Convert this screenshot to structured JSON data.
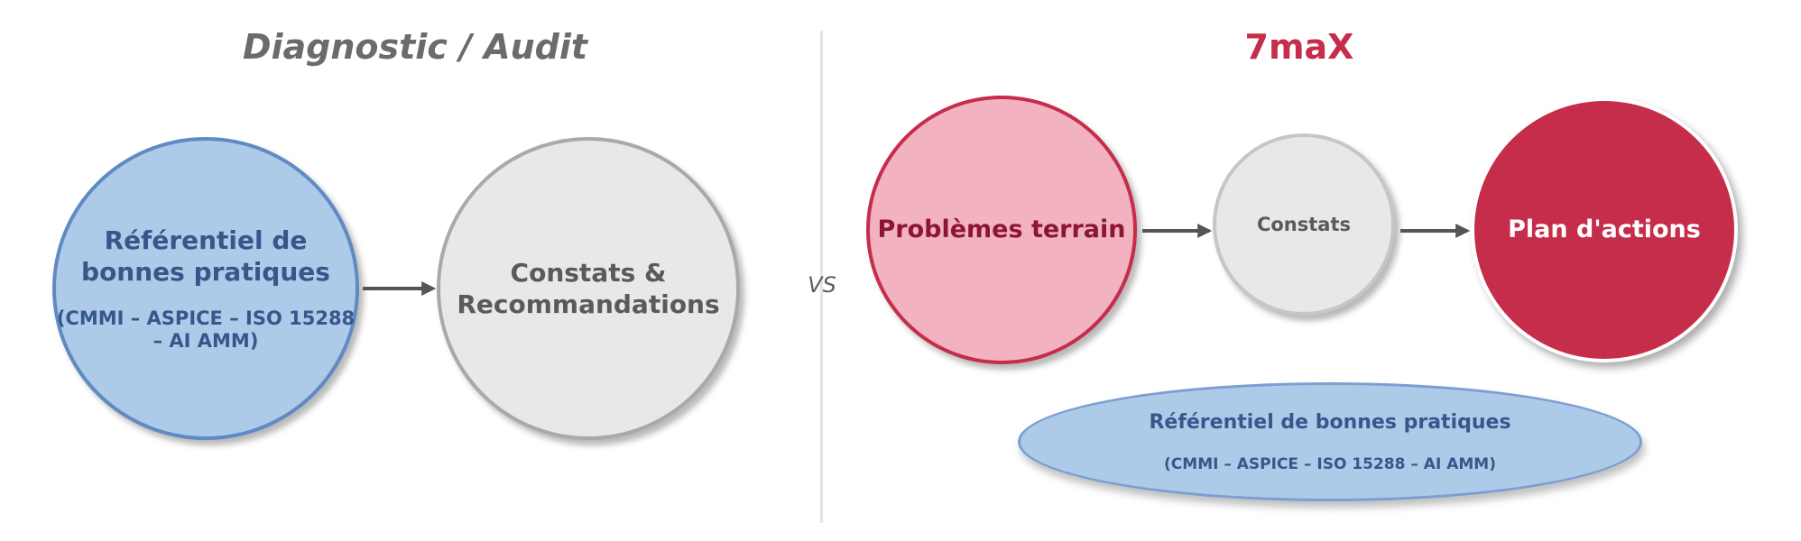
{
  "left": {
    "title": "Diagnostic / Audit",
    "referentiel": {
      "label": "Référentiel de bonnes pratiques",
      "sub": "(CMMI – ASPICE – ISO 15288 – AI AMM)"
    },
    "constats": "Constats & Recommandations"
  },
  "vs": "VS",
  "right": {
    "title": "7maX",
    "problemes": "Problèmes terrain",
    "constats": "Constats",
    "plan": "Plan d'actions",
    "referentiel": {
      "label": "Référentiel de bonnes pratiques",
      "sub": "(CMMI – ASPICE – ISO 15288 – AI AMM)"
    }
  },
  "colors": {
    "accent_red": "#c52d4a",
    "light_red": "#f2b2bf",
    "light_blue": "#aecae9",
    "blue_text": "#36578a",
    "grey_fill": "#e8e8e8",
    "grey_text": "#5a5a5a"
  }
}
